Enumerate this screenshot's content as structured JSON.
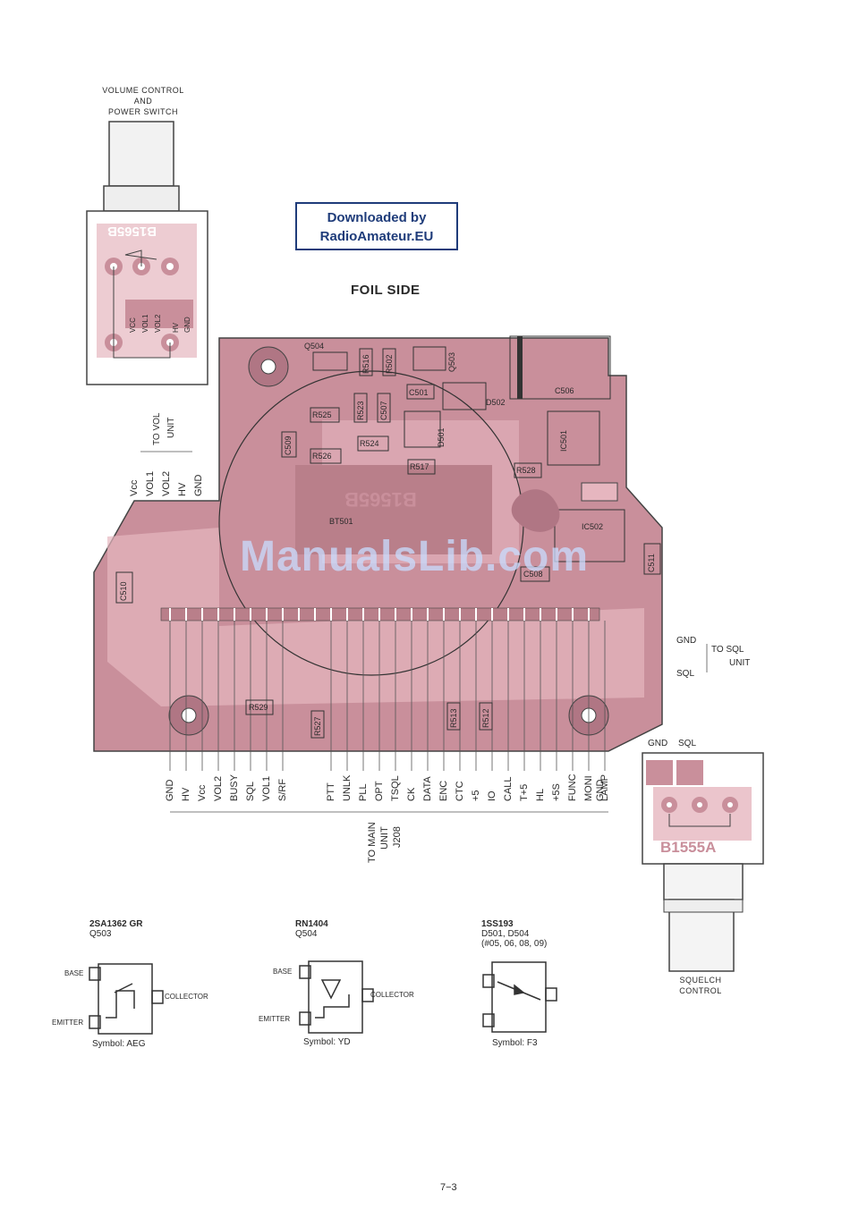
{
  "volume_control": {
    "line1": "VOLUME CONTROL",
    "line2": "AND",
    "line3": "POWER SWITCH",
    "pins": [
      "VCC",
      "VOL1",
      "VOL2",
      "HV",
      "GND"
    ],
    "part": "B1565B"
  },
  "banner": {
    "line1": "Downloaded by",
    "line2": "RadioAmateur.EU"
  },
  "foil_side": "FOIL SIDE",
  "to_vol": {
    "line1": "TO VOL",
    "line2": "UNIT",
    "pins": [
      "Vcc",
      "VOL1",
      "VOL2",
      "HV",
      "GND"
    ]
  },
  "pcb": {
    "components": [
      "Q504",
      "R516",
      "R502",
      "Q503",
      "C506",
      "C501",
      "D502",
      "R525",
      "R523",
      "C507",
      "D501",
      "IC501",
      "C509",
      "R524",
      "R526",
      "R517",
      "R528",
      "BT501",
      "IC502",
      "C508",
      "C511",
      "C510",
      "R529",
      "R527",
      "R513",
      "R512"
    ],
    "part": "B1565B"
  },
  "watermark": "ManualsLib.com",
  "to_sql": {
    "gnd": "GND",
    "sql": "SQL",
    "line1": "TO SQL",
    "line2": "UNIT"
  },
  "connector_pins": [
    "GND",
    "HV",
    "Vcc",
    "VOL2",
    "BUSY",
    "SQL",
    "VOL1",
    "S/RF",
    "PTT",
    "UNLK",
    "PLL",
    "OPT",
    "TSQL",
    "CK",
    "DATA",
    "ENC",
    "CTC",
    "+5",
    "IO",
    "CALL",
    "T+5",
    "HL",
    "+5S",
    "FUNC",
    "MONI",
    "LAMP",
    "GND"
  ],
  "to_main": {
    "line1": "TO MAIN",
    "line2": "UNIT",
    "line3": "J208"
  },
  "squelch": {
    "gnd": "GND",
    "sql": "SQL",
    "part": "B1555A",
    "line1": "SQUELCH",
    "line2": "CONTROL"
  },
  "symbols": [
    {
      "title": "2SA1362 GR",
      "sub": "Q503",
      "pins": [
        "BASE",
        "EMITTER",
        "COLLECTOR"
      ],
      "symbol": "Symbol:  AEG"
    },
    {
      "title": "RN1404",
      "sub": "Q504",
      "pins": [
        "BASE",
        "EMITTER",
        "COLLECTOR"
      ],
      "symbol": "Symbol:  YD"
    },
    {
      "title": "1SS193",
      "sub": "D501, D504",
      "sub2": "(#05, 06, 08, 09)",
      "symbol": "Symbol:  F3"
    }
  ],
  "page_number": "7−3",
  "colors": {
    "pcb": "#c98f9b",
    "pcb_light": "#e9c9d0",
    "trace": "#f3dde2",
    "banner": "#1f3c7a"
  }
}
